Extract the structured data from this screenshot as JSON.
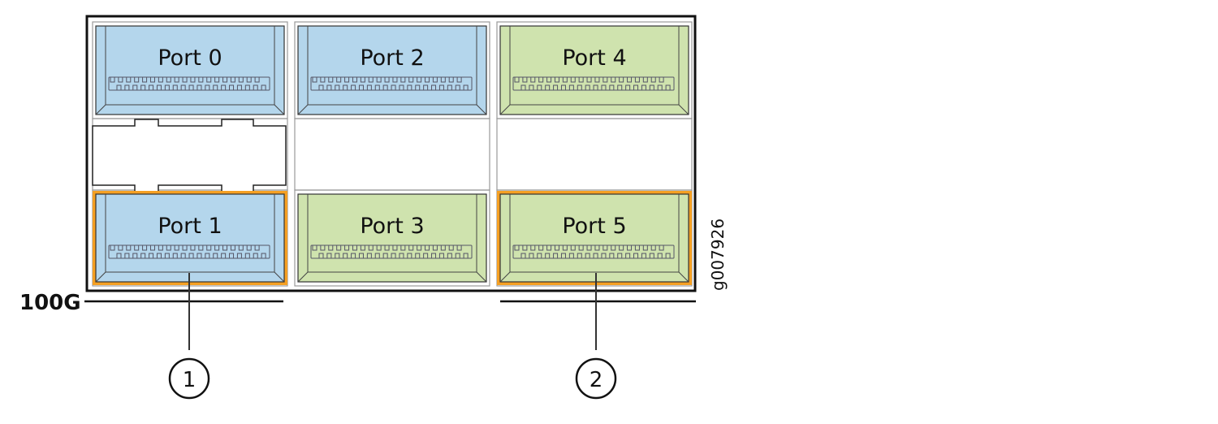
{
  "diagram": {
    "figure_id": "g007926",
    "colors": {
      "blue_port": "#b4d6ec",
      "green_port": "#cfe3ae",
      "highlight": "#f5a023",
      "frame": "#111111",
      "cell_border": "#9a9a9a",
      "line": "#444444"
    },
    "ports": [
      {
        "id": 0,
        "label": "Port 0",
        "color": "blue",
        "highlighted": false,
        "column": 0,
        "row": "top"
      },
      {
        "id": 1,
        "label": "Port 1",
        "color": "blue",
        "highlighted": true,
        "column": 0,
        "row": "bottom"
      },
      {
        "id": 2,
        "label": "Port 2",
        "color": "blue",
        "highlighted": false,
        "column": 1,
        "row": "top"
      },
      {
        "id": 3,
        "label": "Port 3",
        "color": "green",
        "highlighted": false,
        "column": 1,
        "row": "bottom"
      },
      {
        "id": 4,
        "label": "Port 4",
        "color": "green",
        "highlighted": false,
        "column": 2,
        "row": "top"
      },
      {
        "id": 5,
        "label": "Port 5",
        "color": "green",
        "highlighted": true,
        "column": 2,
        "row": "bottom"
      }
    ],
    "speed_groups": [
      {
        "label": "100G",
        "columns": [
          0
        ]
      },
      {
        "label": "",
        "columns": [
          2
        ]
      }
    ],
    "callouts": [
      {
        "number": "1",
        "target_port": 1
      },
      {
        "number": "2",
        "target_port": 5
      }
    ]
  }
}
